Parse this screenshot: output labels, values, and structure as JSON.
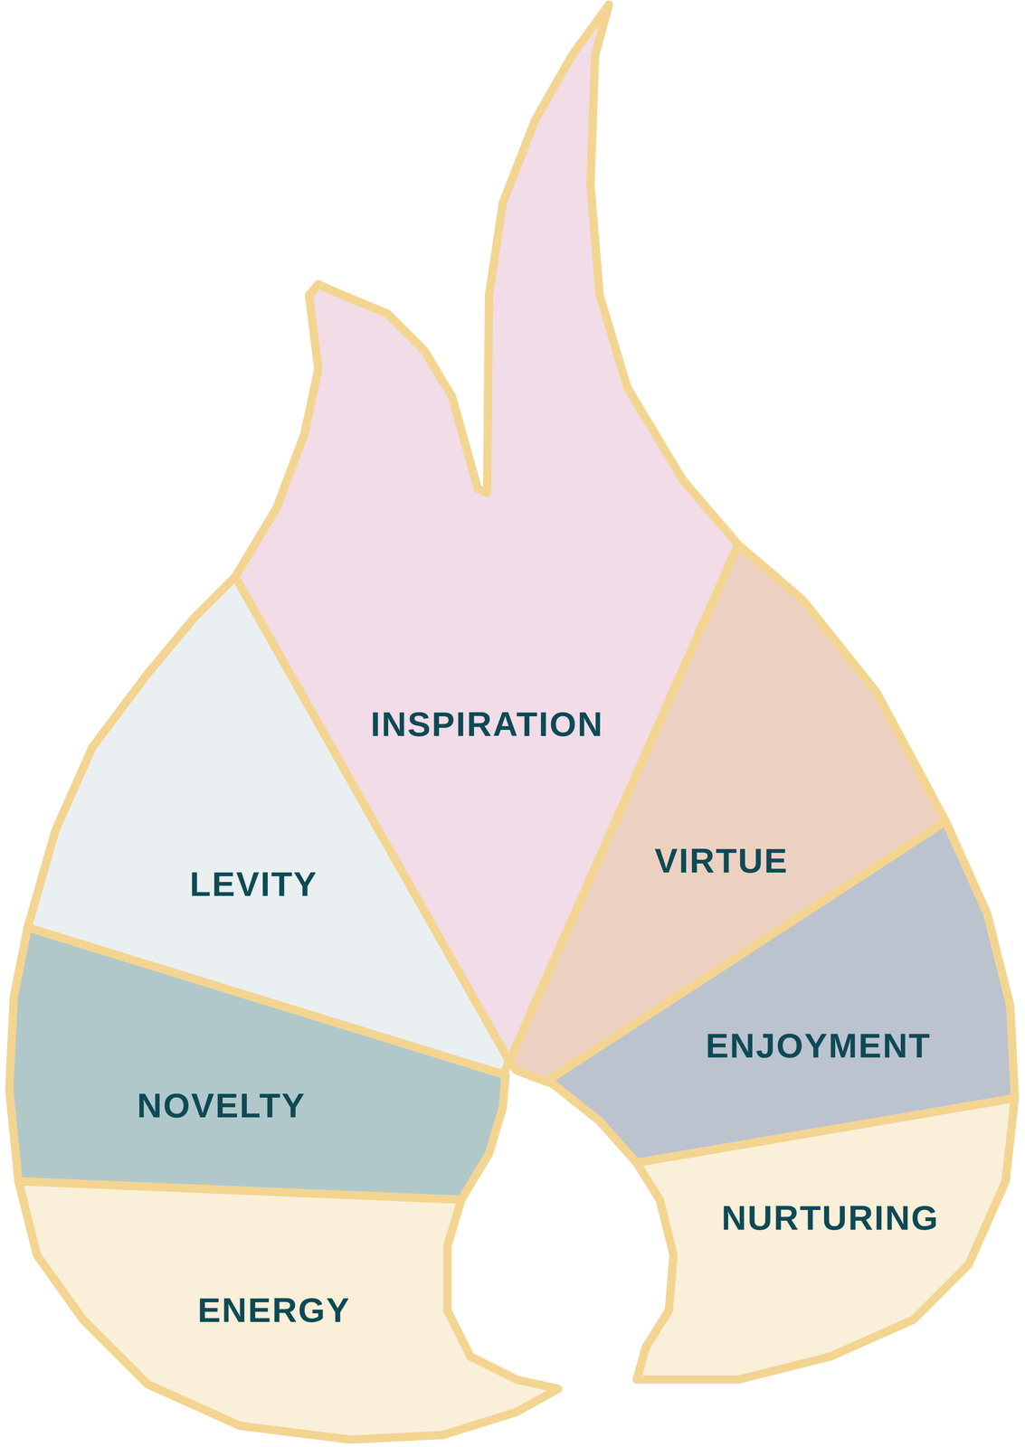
{
  "diagram": {
    "nodes": [
      {
        "text": [
          "INSPIRATION"
        ]
      },
      {
        "text": [
          "VIRTUE"
        ]
      },
      {
        "text": [
          "LEVITY"
        ]
      },
      {
        "text": [
          "ENJOYMENT"
        ]
      },
      {
        "text": [
          "NOVELTY"
        ]
      },
      {
        "text": [
          "NURTURING"
        ]
      },
      {
        "text": [
          "ENERGY"
        ]
      }
    ]
  }
}
